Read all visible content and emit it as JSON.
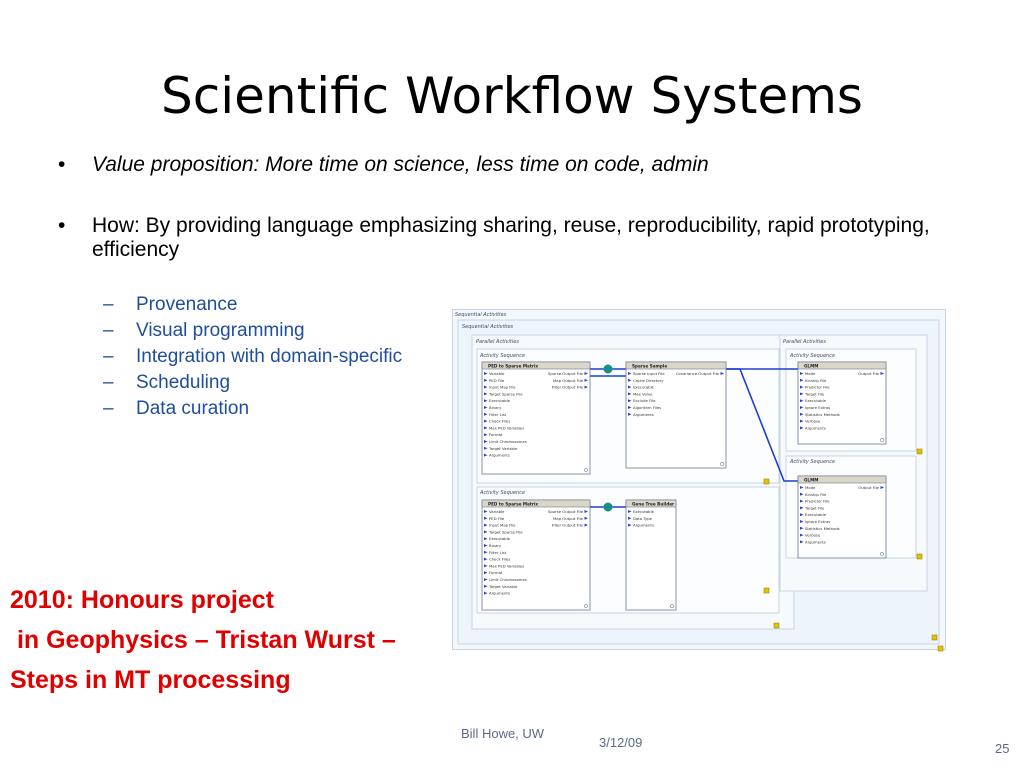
{
  "slide": {
    "title": "Scientific Workflow Systems",
    "bullets": [
      "Value proposition: More time on science, less time on code, admin",
      "How: By providing language emphasizing sharing, reuse, reproducibility, rapid prototyping, efficiency"
    ],
    "bullet_glyph": "•",
    "sub_bullets": [
      "Provenance",
      "Visual programming",
      "Integration with domain-specific",
      "Scheduling",
      "Data curation"
    ],
    "sub_glyph": "–",
    "note_lines": [
      "2010: Honours project",
      " in Geophysics – Tristan Wurst –",
      "Steps in MT processing"
    ],
    "footer": {
      "author": "Bill Howe, UW",
      "date": "3/12/09",
      "page": "25"
    },
    "colors": {
      "accent": "#1f4e9a",
      "highlight": "#e00000"
    }
  },
  "workflow": {
    "labels": {
      "sequential1": "Sequential Activities",
      "sequential2": "Sequential Activities",
      "parallel1": "Parallel Activities",
      "parallel2": "Parallel Activities",
      "seq_a": "Activity Sequence",
      "seq_b": "Activity Sequence",
      "seq_c": "Activity Sequence",
      "seq_d": "Activity Sequence"
    },
    "boxes": {
      "ped1": {
        "title": "PED to Sparse Matrix",
        "left": [
          "Variable",
          "PED File",
          "Input Map File",
          "Target Sparse File",
          "Executable",
          "Binary",
          "Filter List",
          "Check Files",
          "Max PED Variables",
          "Format",
          "Limit Chromosomes",
          "Target Variable",
          "Arguments"
        ],
        "right": [
          "Sparse Output File",
          "Map Output File",
          "Filter Output File"
        ]
      },
      "sample": {
        "title": "Sparse Sample",
        "left": [
          "Sparse Input File",
          "Cache Directory",
          "Executable",
          "Max Value",
          "Exclude File",
          "Algorithm Files",
          "Arguments"
        ],
        "right": [
          "Covariance Output File"
        ]
      },
      "glmm1": {
        "title": "GLMM",
        "left": [
          "Mode",
          "Kinship File",
          "Predictor File",
          "Target File",
          "Executable",
          "Ignore Extras",
          "Statistics Methods",
          "Verbose",
          "Arguments"
        ],
        "right": [
          "Output File"
        ]
      },
      "ped2": {
        "title": "PED to Sparse Matrix",
        "left": [
          "Variable",
          "PED File",
          "Input Map File",
          "Target Sparse File",
          "Executable",
          "Binary",
          "Filter List",
          "Check Files",
          "Max PED Variables",
          "Format",
          "Limit Chromosomes",
          "Target Variable",
          "Arguments"
        ],
        "right": [
          "Sparse Output File",
          "Map Output File",
          "Filter Output File"
        ]
      },
      "gene": {
        "title": "Gene Tree Builder",
        "left": [
          "Executable",
          "Data Type",
          "Arguments"
        ],
        "right": []
      },
      "glmm2": {
        "title": "GLMM",
        "left": [
          "Mode",
          "Kinship File",
          "Predictor File",
          "Target File",
          "Executable",
          "Ignore Extras",
          "Statistics Methods",
          "Verbose",
          "Arguments"
        ],
        "right": [
          "Output File"
        ]
      }
    }
  }
}
